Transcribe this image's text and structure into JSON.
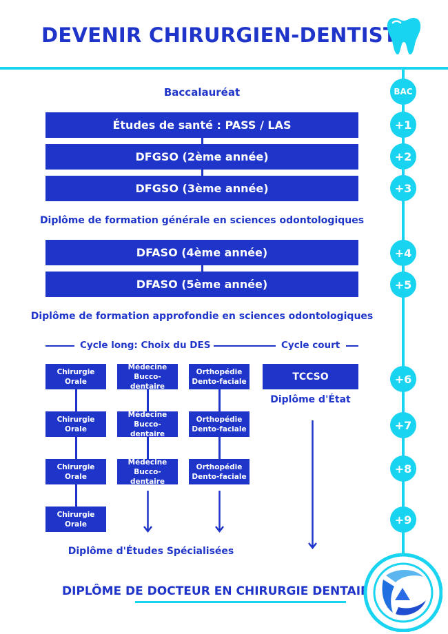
{
  "title": "DEVENIR CHIRURGIEN-DENTISTE",
  "colors": {
    "primary": "#1f35c9",
    "accent": "#19d4f0"
  },
  "icons": {
    "header": "tooth-icon",
    "footer": "triangle-logo-icon"
  },
  "timeline": [
    "BAC",
    "+1",
    "+2",
    "+3",
    "+4",
    "+5",
    "+6",
    "+7",
    "+8",
    "+9"
  ],
  "bac_label": "Baccalauréat",
  "years": {
    "y1": "Études de santé : PASS / LAS",
    "y2": "DFGSO (2ème année)",
    "y3": "DFGSO (3ème année)",
    "y4": "DFASO (4ème année)",
    "y5": "DFASO (5ème année)"
  },
  "dfgso_diploma": "Diplôme de formation générale en sciences odontologiques",
  "dfaso_diploma": "Diplôme de formation approfondie en sciences odontologiques",
  "cycle_long": "Cycle long: Choix du DES",
  "cycle_court": "Cycle court",
  "des": {
    "chir": {
      "line1": "Chirurgie",
      "line2": "Orale"
    },
    "med": {
      "line1": "Médecine",
      "line2": "Bucco-dentaire"
    },
    "ortho": {
      "line1": "Orthopédie",
      "line2": "Dento-faciale"
    }
  },
  "tccso": "TCCSO",
  "diplome_etat": "Diplôme d'État",
  "des_diploma": "Diplôme d'Études Spécialisées",
  "final": "DIPLÔME DE DOCTEUR EN CHIRURGIE DENTAIRE"
}
